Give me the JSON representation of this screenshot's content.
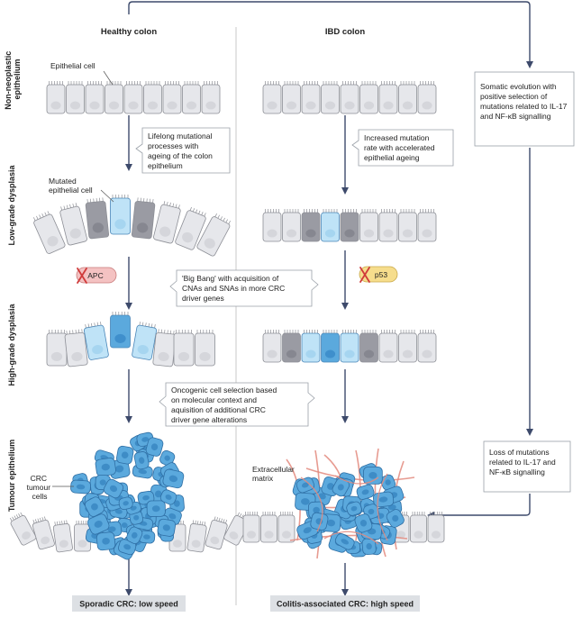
{
  "columns": {
    "healthy": "Healthy colon",
    "ibd": "IBD colon"
  },
  "rows": [
    [
      "Non-neoplastic",
      "epithelium"
    ],
    [
      "Low-grade dysplasia"
    ],
    [
      "High-grade dysplasia"
    ],
    [
      "Tumour epithelium"
    ]
  ],
  "labels": {
    "epithelial_cell": "Epithelial cell",
    "mutated_cell": [
      "Mutated",
      "epithelial cell"
    ],
    "crc_cells": [
      "CRC",
      "tumour",
      "cells"
    ],
    "ecm": [
      "Extracellular",
      "matrix"
    ]
  },
  "genes": {
    "apc": "APC",
    "p53": "p53"
  },
  "callouts": {
    "lifelong": [
      "Lifelong mutational",
      "processes with",
      "ageing of the colon",
      "epithelium"
    ],
    "increased": [
      "Increased mutation",
      "rate with accelerated",
      "epithelial ageing"
    ],
    "bigbang": [
      "'Big Bang' with acquisition of",
      "CNAs and SNAs in more CRC",
      "driver genes"
    ],
    "oncogenic": [
      "Oncogenic cell selection based",
      "on molecular context and",
      "aquisition of additional CRC",
      "driver gene alterations"
    ],
    "somatic": [
      "Somatic evolution with",
      "positive selection of",
      "mutations related to IL-17",
      "and NF-κB signalling"
    ],
    "loss": [
      "Loss of mutations",
      "related to IL-17 and",
      "NF-κB signalling"
    ]
  },
  "results": {
    "sporadic": "Sporadic CRC: low speed",
    "colitis": "Colitis-associated CRC: high speed"
  },
  "colors": {
    "normal_cell": "#e6e7eb",
    "grey_cell": "#9a9ba3",
    "light_blue": "#bfe3f7",
    "tumour_blue": "#5ba9dd",
    "arrow": "#3d4a6b",
    "gene_apc": "#f4c2c2",
    "gene_p53": "#f6dd8c",
    "ecm_fibre": "#e38a7e",
    "result_bg": "#dde0e4"
  }
}
